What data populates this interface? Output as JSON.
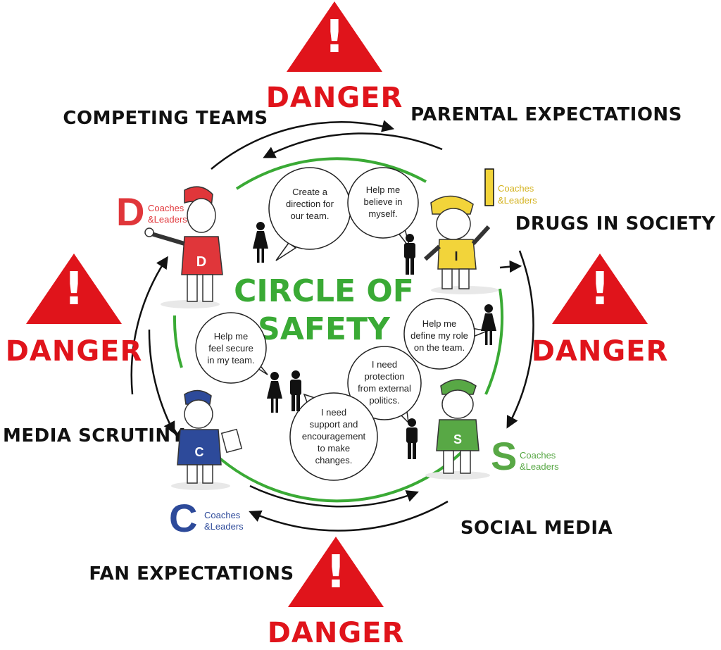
{
  "center": {
    "line1": "CIRCLE OF",
    "line2": "SAFETY",
    "color": "#3aaa35"
  },
  "danger": {
    "word": "DANGER",
    "mark": "!",
    "color": "#e0141b",
    "icon": "warning-triangle-icon"
  },
  "threats": {
    "competing_teams": "COMPETING TEAMS",
    "parental_expectations": "PARENTAL EXPECTATIONS",
    "drugs_in_society": "DRUGS IN SOCIETY",
    "media_scrutiny": "MEDIA SCRUTINY",
    "social_media": "SOCIAL MEDIA",
    "fan_expectations": "FAN EXPECTATIONS"
  },
  "leaders": {
    "d": {
      "letter": "D",
      "line1": "Coaches",
      "line2": "&Leaders",
      "color": "#e0363a"
    },
    "i": {
      "letter": "I",
      "line1": "Coaches",
      "line2": "&Leaders",
      "color": "#d4b21e"
    },
    "s": {
      "letter": "S",
      "line1": "Coaches",
      "line2": "&Leaders",
      "color": "#58a845"
    },
    "c": {
      "letter": "C",
      "line1": "Coaches",
      "line2": "&Leaders",
      "color": "#2d4a9a"
    }
  },
  "bubbles": {
    "direction": [
      "Create a",
      "direction for",
      "our team."
    ],
    "believe": [
      "Help me",
      "believe in",
      "myself."
    ],
    "role": [
      "Help me",
      "define my role",
      "on the team."
    ],
    "secure": [
      "Help me",
      "feel secure",
      "in my team."
    ],
    "protection": [
      "I need",
      "protection",
      "from external",
      "politics."
    ],
    "support": [
      "I need",
      "support and",
      "encouragement",
      "to make",
      "changes."
    ]
  },
  "shirt_letters": {
    "d": "D",
    "i": "I",
    "s": "S",
    "c": "C"
  }
}
